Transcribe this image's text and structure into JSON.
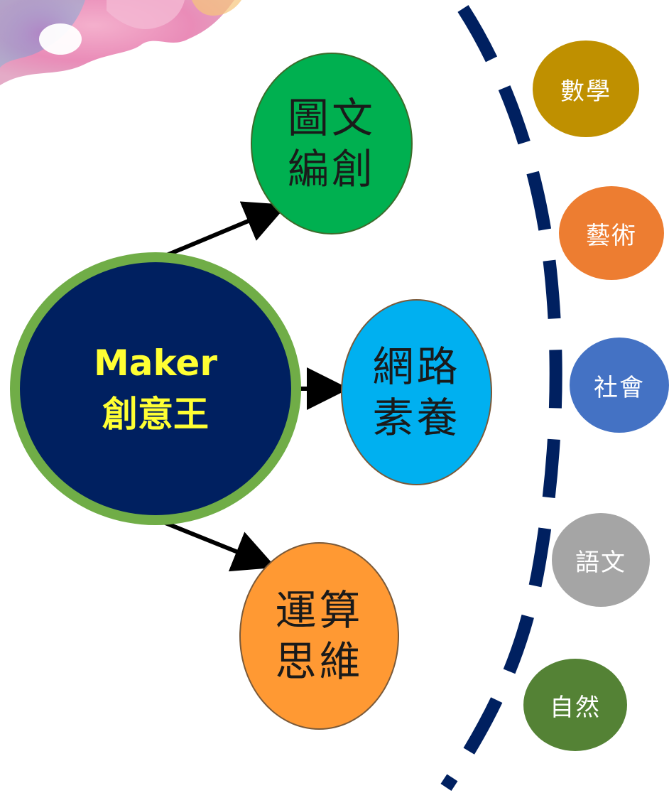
{
  "center": {
    "line1": "Maker",
    "line2": "創意王",
    "fill": "#002060",
    "ring": "#70ad47",
    "text_color": "#ffff00"
  },
  "branches": [
    {
      "id": "tuwen",
      "text": "圖文\n編創",
      "fill": "#00b050"
    },
    {
      "id": "wanglu",
      "text": "網路\n素養",
      "fill": "#00b0f0"
    },
    {
      "id": "yunsuan",
      "text": "運算\n思維",
      "fill": "#ff9933"
    }
  ],
  "subjects": [
    {
      "id": "math",
      "text": "數學",
      "fill": "#bf9000"
    },
    {
      "id": "art",
      "text": "藝術",
      "fill": "#ed7d31"
    },
    {
      "id": "social",
      "text": "社會",
      "fill": "#4472c4"
    },
    {
      "id": "language",
      "text": "語文",
      "fill": "#a5a5a5"
    },
    {
      "id": "nature",
      "text": "自然",
      "fill": "#548235"
    }
  ],
  "divider_color": "#002060",
  "arrow_color": "#000000"
}
